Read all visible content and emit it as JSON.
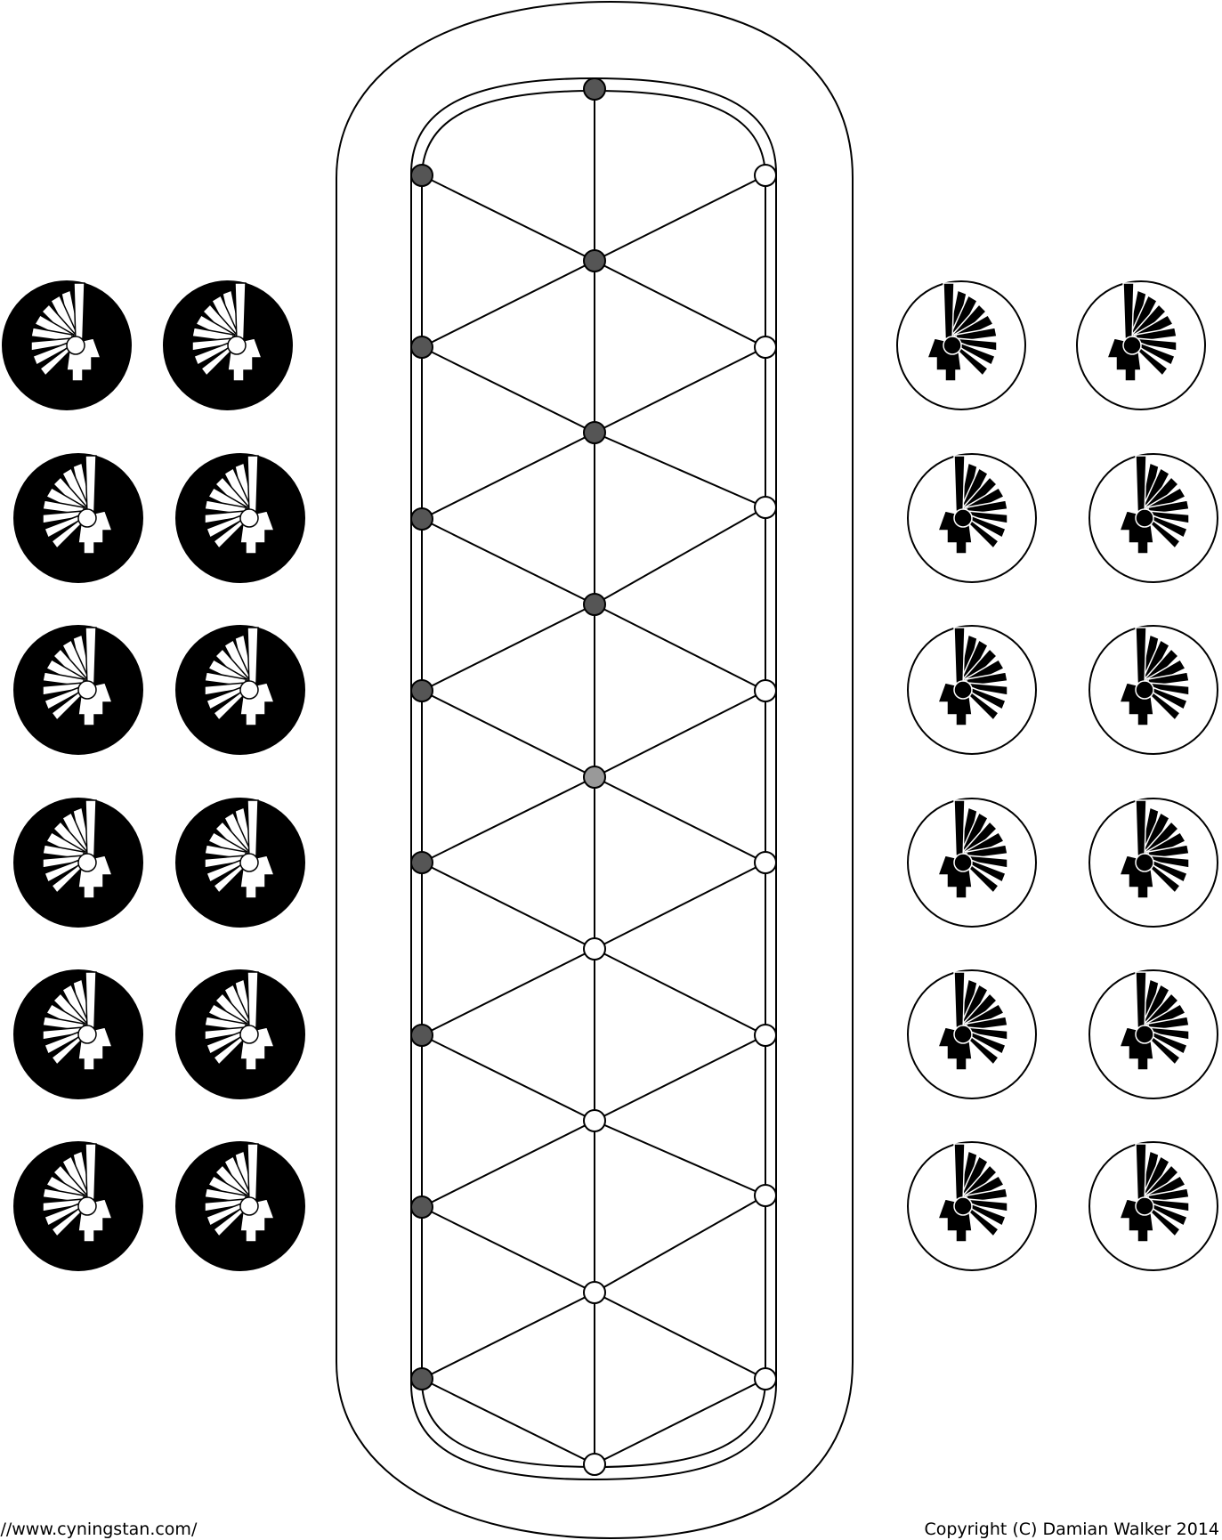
{
  "game": {
    "pieces_left_per_player": 12,
    "pieces_right_per_player": 12,
    "colors": {
      "dark_piece": "#000000",
      "light_piece": "#ffffff",
      "dark_point": "#555555",
      "neutral_point": "#999999",
      "empty_point": "#ffffff",
      "line": "#000000"
    },
    "icons": {
      "dark_piece_icon": "warrior-head-icon-white-on-black",
      "light_piece_icon": "warrior-head-icon-black-on-white"
    },
    "board_points": {
      "center_column": [
        "dark",
        "dark",
        "dark",
        "dark",
        "neutral",
        "empty",
        "empty",
        "empty",
        "empty"
      ],
      "left_column": [
        "dark",
        "dark",
        "dark",
        "dark",
        "dark",
        "dark",
        "dark",
        "dark"
      ],
      "right_column": [
        "empty",
        "empty",
        "empty",
        "empty",
        "empty",
        "empty",
        "empty",
        "empty"
      ]
    }
  },
  "footer": {
    "url": "p://www.cyningstan.com/",
    "copyright": "Copyright (C) Damian Walker 2014"
  }
}
